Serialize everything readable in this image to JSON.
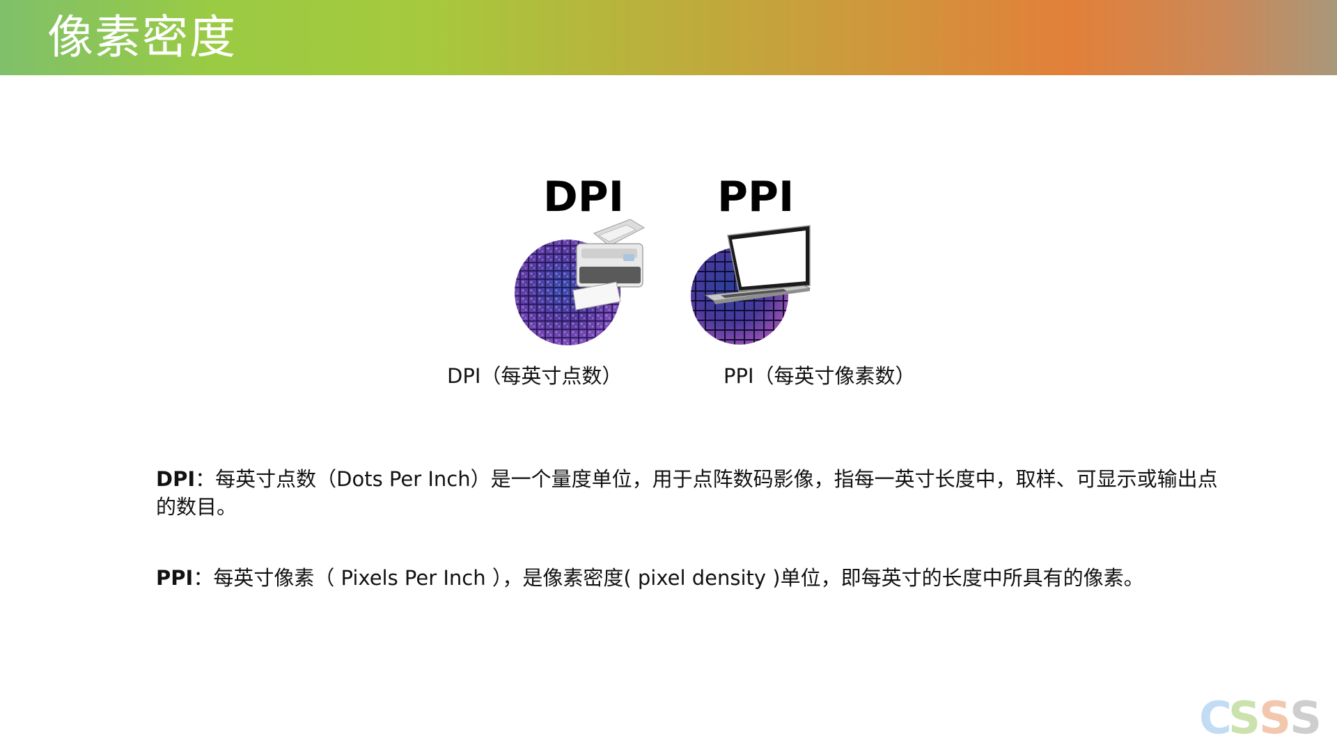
{
  "slide": {
    "title": "像素密度"
  },
  "figure": {
    "dpi_title": "DPI",
    "ppi_title": "PPI",
    "dpi_caption": "DPI（每英寸点数）",
    "ppi_caption": "PPI（每英寸像素数）"
  },
  "definitions": {
    "dpi": {
      "term": "DPI",
      "text": "：每英寸点数（Dots Per Inch）是一个量度单位，用于点阵数码影像，指每一英寸长度中，取样、可显示或输出点的数目。"
    },
    "ppi": {
      "term": "PPI",
      "text": "：每英寸像素（ Pixels Per Inch ），是像素密度( pixel density )单位，即每英寸的长度中所具有的像素。"
    }
  },
  "logo": {
    "text": "CSSS"
  },
  "colors": {
    "header_start": "#7fc06a",
    "header_mid": "#a6c93d",
    "header_orange": "#e2803a",
    "header_end": "#a8987a",
    "grid_purple": "#5a3aa0",
    "grid_blue": "#2a3f9a"
  },
  "icons": [
    "printer-icon",
    "laptop-icon",
    "pixel-grid-icon"
  ]
}
